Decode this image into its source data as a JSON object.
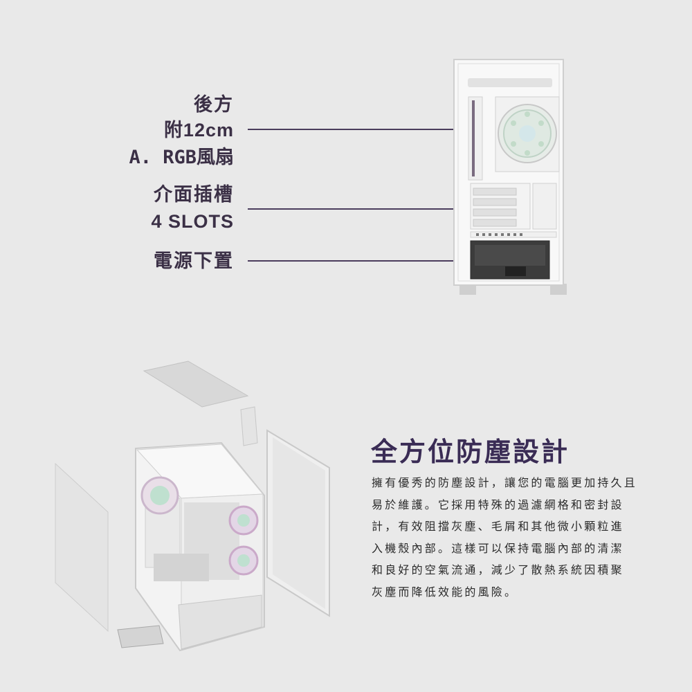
{
  "labels": {
    "rear_line1": "後方",
    "rear_line2": "附12cm",
    "rear_line3": "A. RGB風扇",
    "slots_line1": "介面插槽",
    "slots_line2": "4 SLOTS",
    "psu": "電源下置"
  },
  "section": {
    "title": "全方位防塵設計",
    "lines": [
      "擁有優秀的防塵設計，讓您的電腦更加持久且",
      "易於維護。它採用特殊的過濾網格和密封設",
      "計，有效阻擋灰塵、毛屑和其他微小顆粒進",
      "入機殼內部。這樣可以保持電腦內部的清潔",
      "和良好的空氣流通，減少了散熱系統因積聚",
      "灰塵而降低效能的風險。"
    ]
  },
  "colors": {
    "background": "#e9e9e9",
    "accent": "#3a2c55",
    "case_white": "#f7f7f7"
  }
}
